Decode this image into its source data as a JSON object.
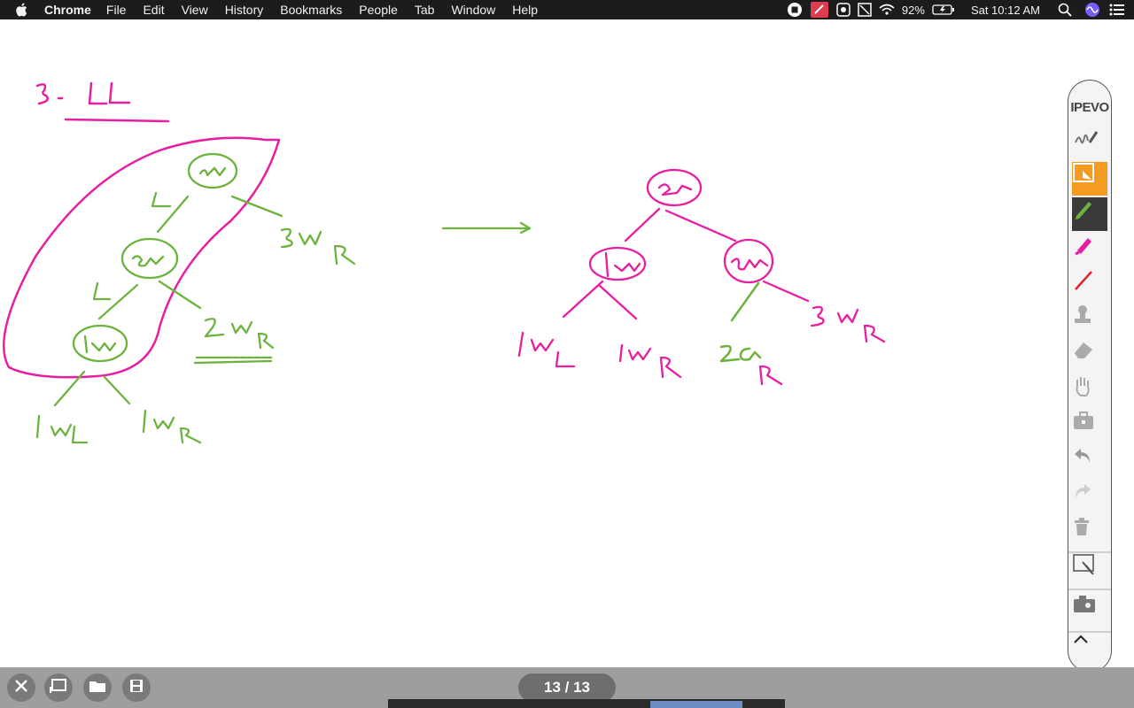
{
  "menubar": {
    "app_name": "Chrome",
    "items": [
      "File",
      "Edit",
      "View",
      "History",
      "Bookmarks",
      "People",
      "Tab",
      "Window",
      "Help"
    ],
    "battery": "92%",
    "clock": "Sat 10:12 AM"
  },
  "toolbar": {
    "logo": "IPEVO",
    "tools": [
      "scribble-icon",
      "select-icon",
      "green-pen-icon",
      "magenta-highlighter-icon",
      "red-pen-icon",
      "stamp-icon",
      "eraser-icon",
      "hand-icon",
      "toolbox-icon",
      "undo-icon",
      "redo-icon",
      "trash-icon",
      "board-icon",
      "camera-icon",
      "collapse-icon"
    ],
    "colors": {
      "active": "#f59b23",
      "pen_green": "#6cb33e",
      "pen_magenta": "#e81ea0"
    }
  },
  "bottombar": {
    "page_indicator": "13 / 13",
    "buttons": [
      "close-icon",
      "new-page-icon",
      "folder-icon",
      "save-icon"
    ]
  }
}
